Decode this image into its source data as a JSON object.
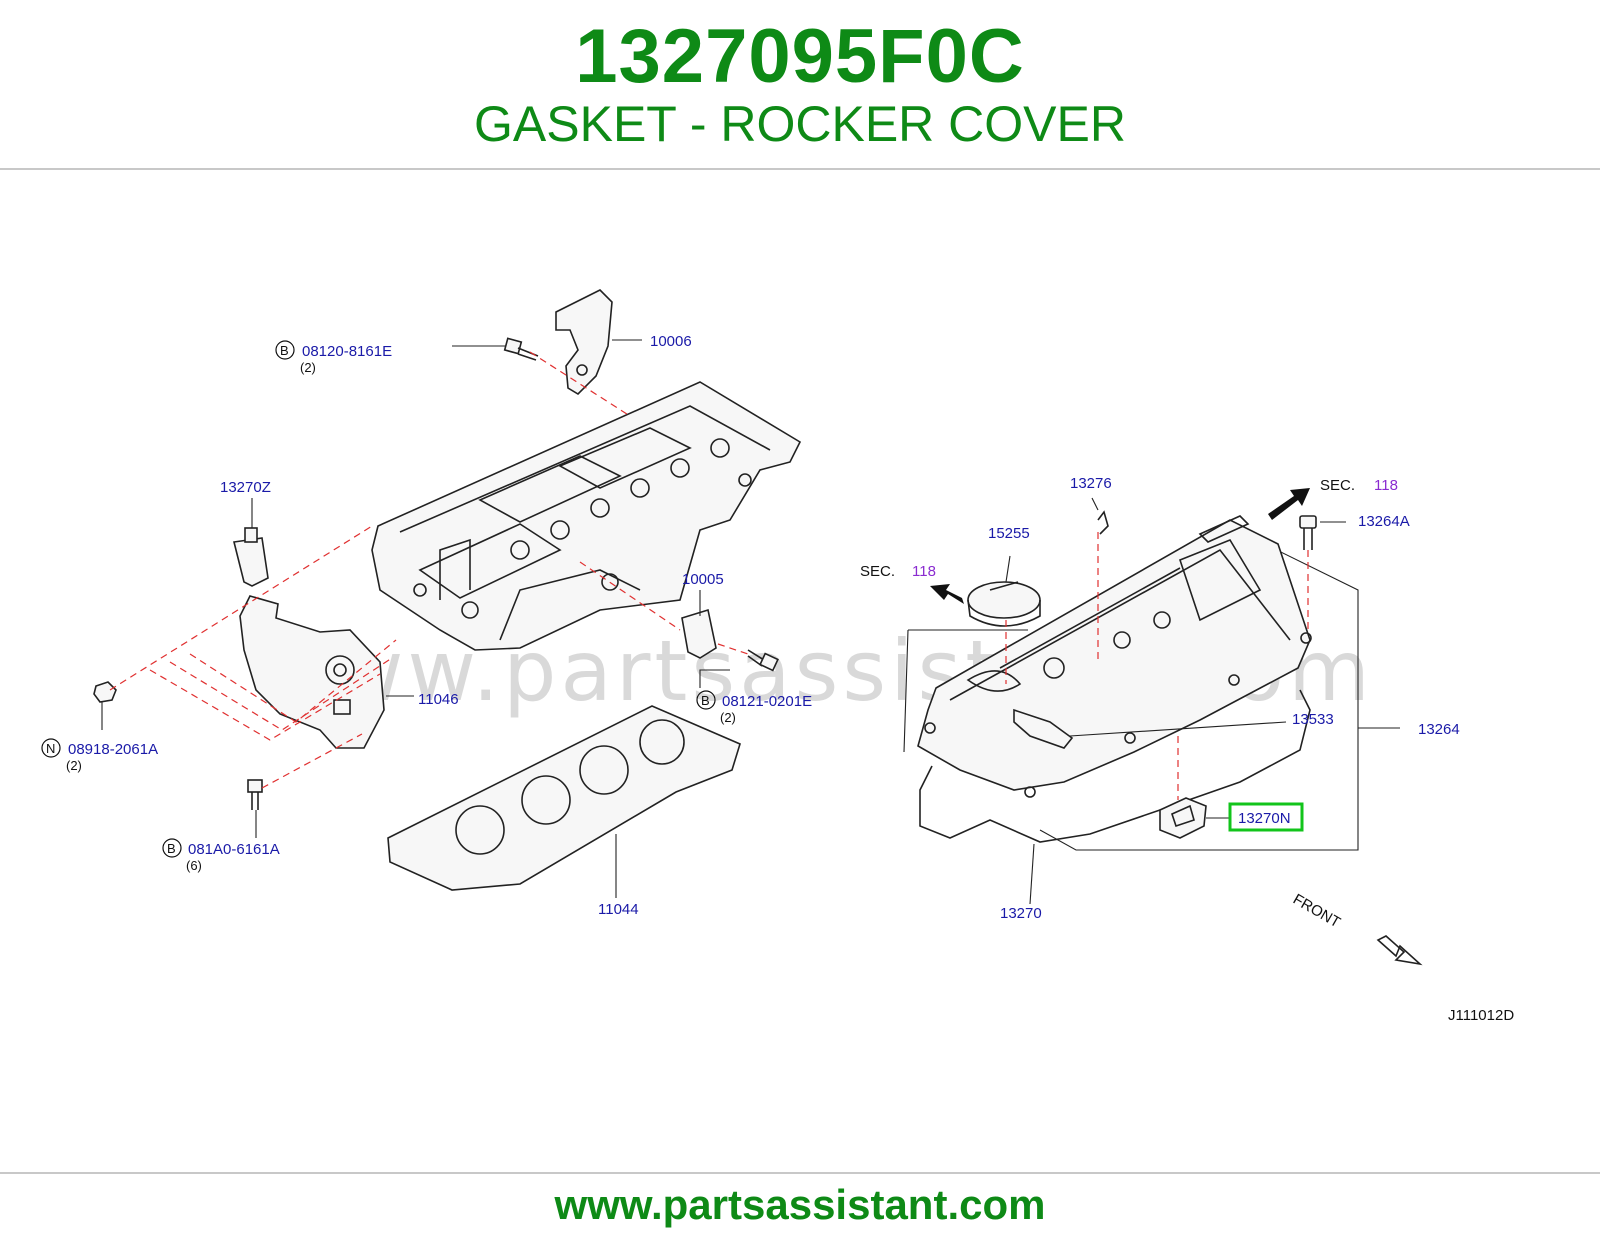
{
  "header": {
    "part_number": "1327095F0C",
    "part_name": "GASKET - ROCKER COVER"
  },
  "diagram": {
    "watermark": "www.partsassistant.com",
    "drawing_code": "J111012D",
    "front_label": "FRONT",
    "callouts": {
      "c08120": {
        "prefix": "B",
        "code": "08120-8161E",
        "qty": "(2)"
      },
      "c10006": {
        "code": "10006"
      },
      "c13270z": {
        "code": "13270Z"
      },
      "c10005": {
        "code": "10005"
      },
      "c08121": {
        "prefix": "B",
        "code": "08121-0201E",
        "qty": "(2)"
      },
      "c11046": {
        "code": "11046"
      },
      "c08918": {
        "prefix": "N",
        "code": "08918-2061A",
        "qty": "(2)"
      },
      "c081a0": {
        "prefix": "B",
        "code": "081A0-6161A",
        "qty": "(6)"
      },
      "c11044": {
        "code": "11044"
      },
      "c13276": {
        "code": "13276"
      },
      "c15255": {
        "code": "15255"
      },
      "sec_right": {
        "label": "SEC.",
        "num": "118"
      },
      "sec_left": {
        "label": "SEC.",
        "num": "118"
      },
      "c13264a": {
        "code": "13264A"
      },
      "c13533": {
        "code": "13533"
      },
      "c13264": {
        "code": "13264"
      },
      "c13270n": {
        "code": "13270N"
      },
      "c13270": {
        "code": "13270"
      }
    },
    "highlight_color": "#12c41b"
  },
  "footer": {
    "url": "www.partsassistant.com"
  }
}
